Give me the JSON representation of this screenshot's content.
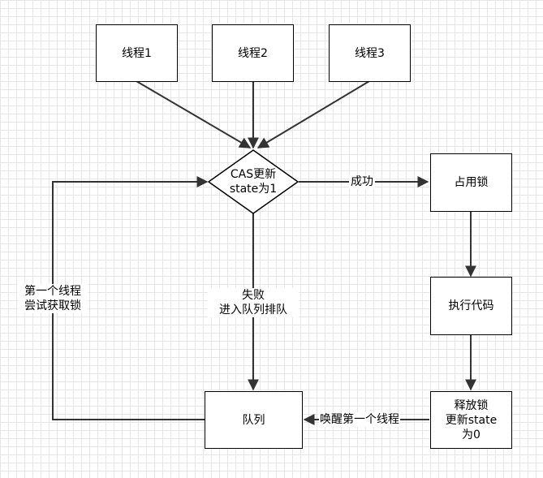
{
  "nodes": {
    "thread1": "线程1",
    "thread2": "线程2",
    "thread3": "线程3",
    "cas_line1": "CAS更新",
    "cas_line2": "state为1",
    "occupy_lock": "占用锁",
    "execute_code": "执行代码",
    "release_line1": "释放锁",
    "release_line2": "更新state",
    "release_line3": "为0",
    "queue": "队列"
  },
  "edge_labels": {
    "success": "成功",
    "fail_line1": "失败",
    "fail_line2": "进入队列排队",
    "wake": "唤醒第一个线程",
    "retry_line1": "第一个线程",
    "retry_line2": "尝试获取锁"
  }
}
